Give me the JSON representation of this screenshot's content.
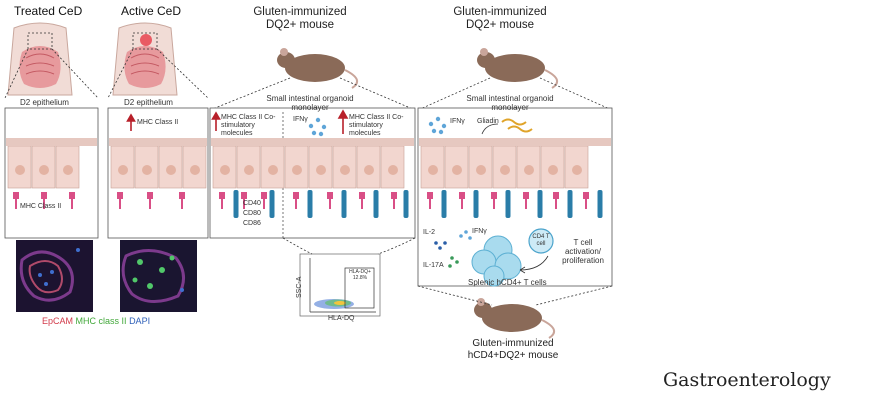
{
  "panel_titles": {
    "treated": "Treated CeD",
    "active": "Active CeD",
    "mouse_dq2": "Gluten-immunized DQ2+ mouse",
    "mouse_dq2_right": "Gluten-immunized DQ2+ mouse",
    "mouse_hcd4": "Gluten-immunized hCD4+DQ2+ mouse"
  },
  "epithelium_labels": {
    "treated": "D2 epithelium",
    "active": "D2 epithelium",
    "organoid_mid": "Small intestinal organoid monolayer",
    "organoid_right": "Small intestinal organoid monolayer"
  },
  "markers": {
    "mhc_up": "MHC Class II",
    "mhc_costim_left": "MHC Class II Co-stimulatory molecules",
    "mhc_costim_right": "MHC Class II Co-stimulatory molecules",
    "mhc_baseline": "MHC Class II",
    "cd40": "CD40",
    "cd80": "CD80",
    "cd86": "CD86"
  },
  "cytokines": {
    "ifn_mid": "IFNγ",
    "ifn_right": "IFNγ",
    "gliadin": "Gliadin",
    "ifn_tcell": "IFNγ",
    "il2": "IL-2",
    "il17a": "IL-17A"
  },
  "tcell": {
    "label": "CD4 T cell",
    "activation": "T cell activation/ proliferation",
    "splenic": "Splenic hCD4+ T cells"
  },
  "flow": {
    "gate_label": "HLA-DQ+ 12.8%",
    "y_axis": "SSC-A",
    "x_axis": "HLA-DQ"
  },
  "stain_legend": {
    "epcam": "EpCAM",
    "mhc": "MHC class II",
    "dapi": "DAPI",
    "colors": {
      "epcam": "#d23a4a",
      "mhc": "#43a83b",
      "dapi": "#2e5fb8"
    }
  },
  "journal": "Gastroenterology",
  "colors": {
    "cell_fill": "#f2d6cf",
    "nucleus": "#e3b3a3",
    "receptor_pink": "#d94f86",
    "receptor_blue": "#2a7da8",
    "arrow_red": "#b8202a"
  }
}
